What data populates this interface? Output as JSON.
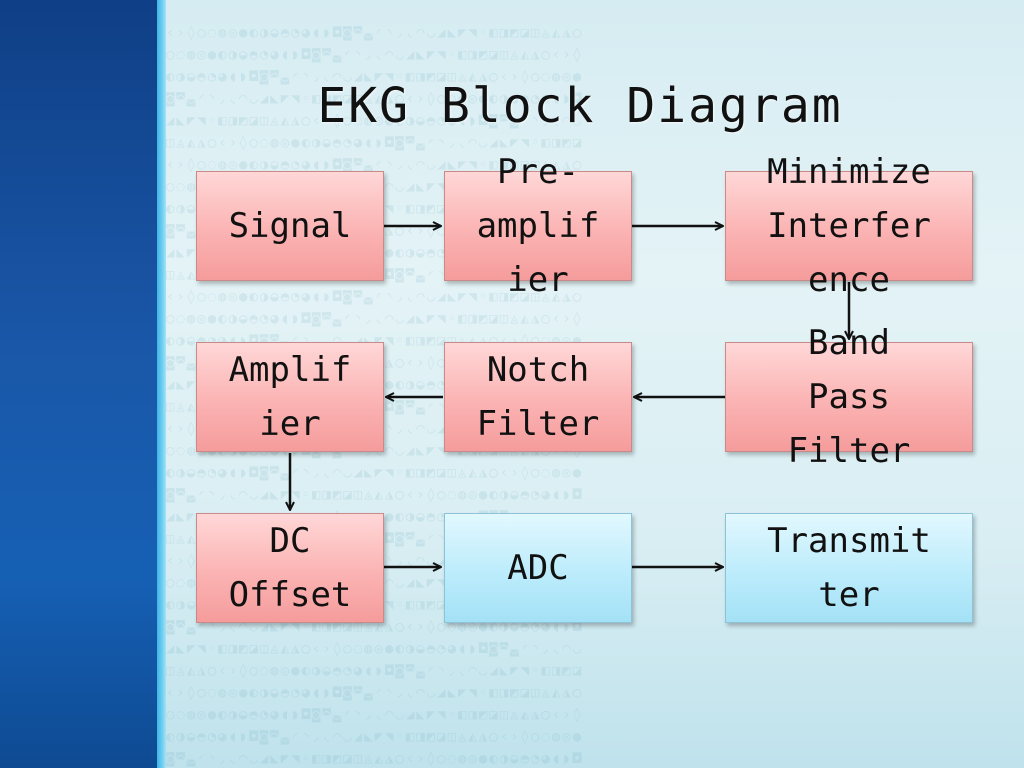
{
  "title": "EKG Block Diagram",
  "blocks": {
    "signal": "Signal",
    "preamplifier": "Pre-\namplif\nier",
    "minimize_interference": "Minimize\nInterfer\nence",
    "amplifier": "Amplif\nier",
    "notch_filter": "Notch\nFilter",
    "band_pass_filter": "Band\nPass\nFilter",
    "dc_offset": "DC\nOffset",
    "adc": "ADC",
    "transmitter": "Transmit\nter"
  },
  "colors": {
    "process_block": "#fbb3b3",
    "output_block": "#b9ebfb",
    "sidebar": "#1a57a8"
  }
}
